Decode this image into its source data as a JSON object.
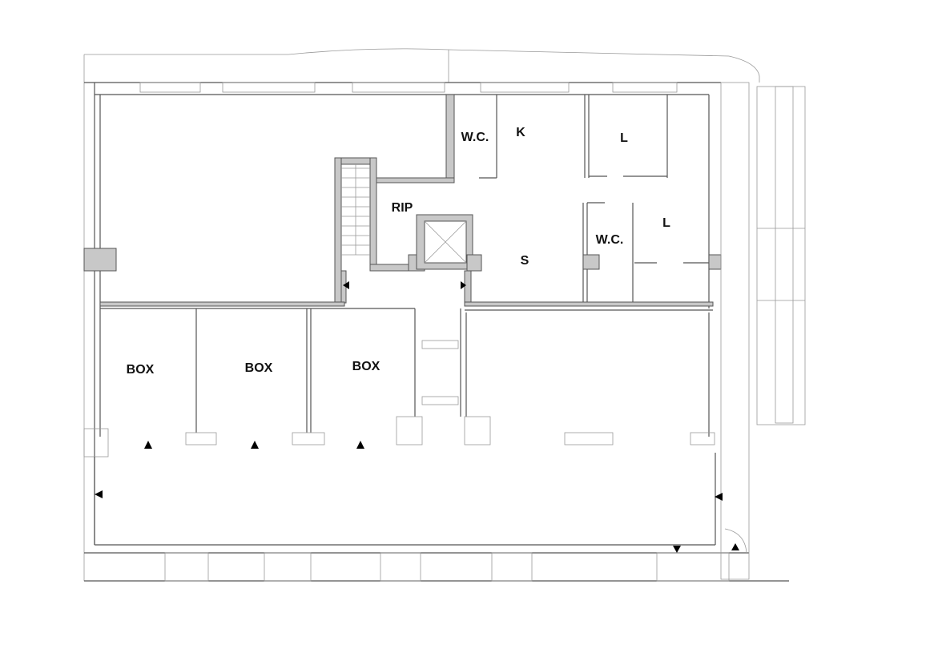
{
  "plan": {
    "rooms": [
      {
        "id": "wc-upper",
        "label": "W.C."
      },
      {
        "id": "kitchen",
        "label": "K"
      },
      {
        "id": "l-upper",
        "label": "L"
      },
      {
        "id": "storage",
        "label": "RIP"
      },
      {
        "id": "l-lower",
        "label": "L"
      },
      {
        "id": "wc-lower",
        "label": "W.C."
      },
      {
        "id": "stair-hall",
        "label": "S"
      },
      {
        "id": "box-1",
        "label": "BOX"
      },
      {
        "id": "box-2",
        "label": "BOX"
      },
      {
        "id": "box-3",
        "label": "BOX"
      }
    ]
  },
  "colors": {
    "wall": "#555555",
    "hatch": "#c8c8c8"
  }
}
